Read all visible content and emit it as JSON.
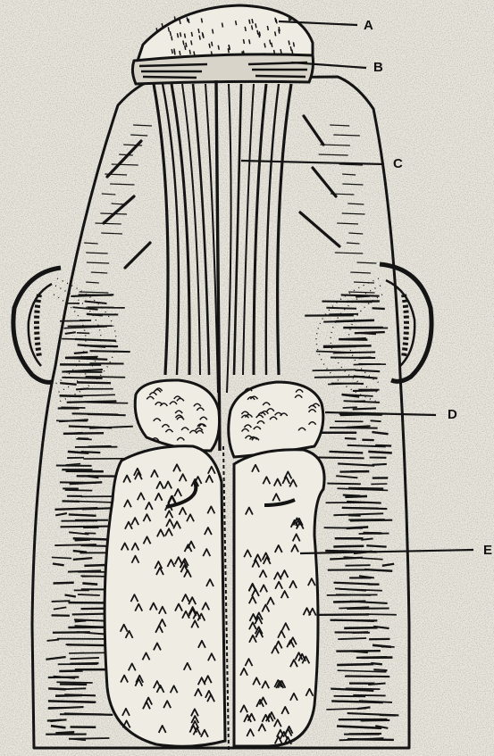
{
  "labels": {
    "a": "A",
    "b": "B",
    "c": "C",
    "d": "D",
    "e": "E"
  },
  "colors": {
    "paper": "#ece9e1",
    "ink": "#141414"
  }
}
